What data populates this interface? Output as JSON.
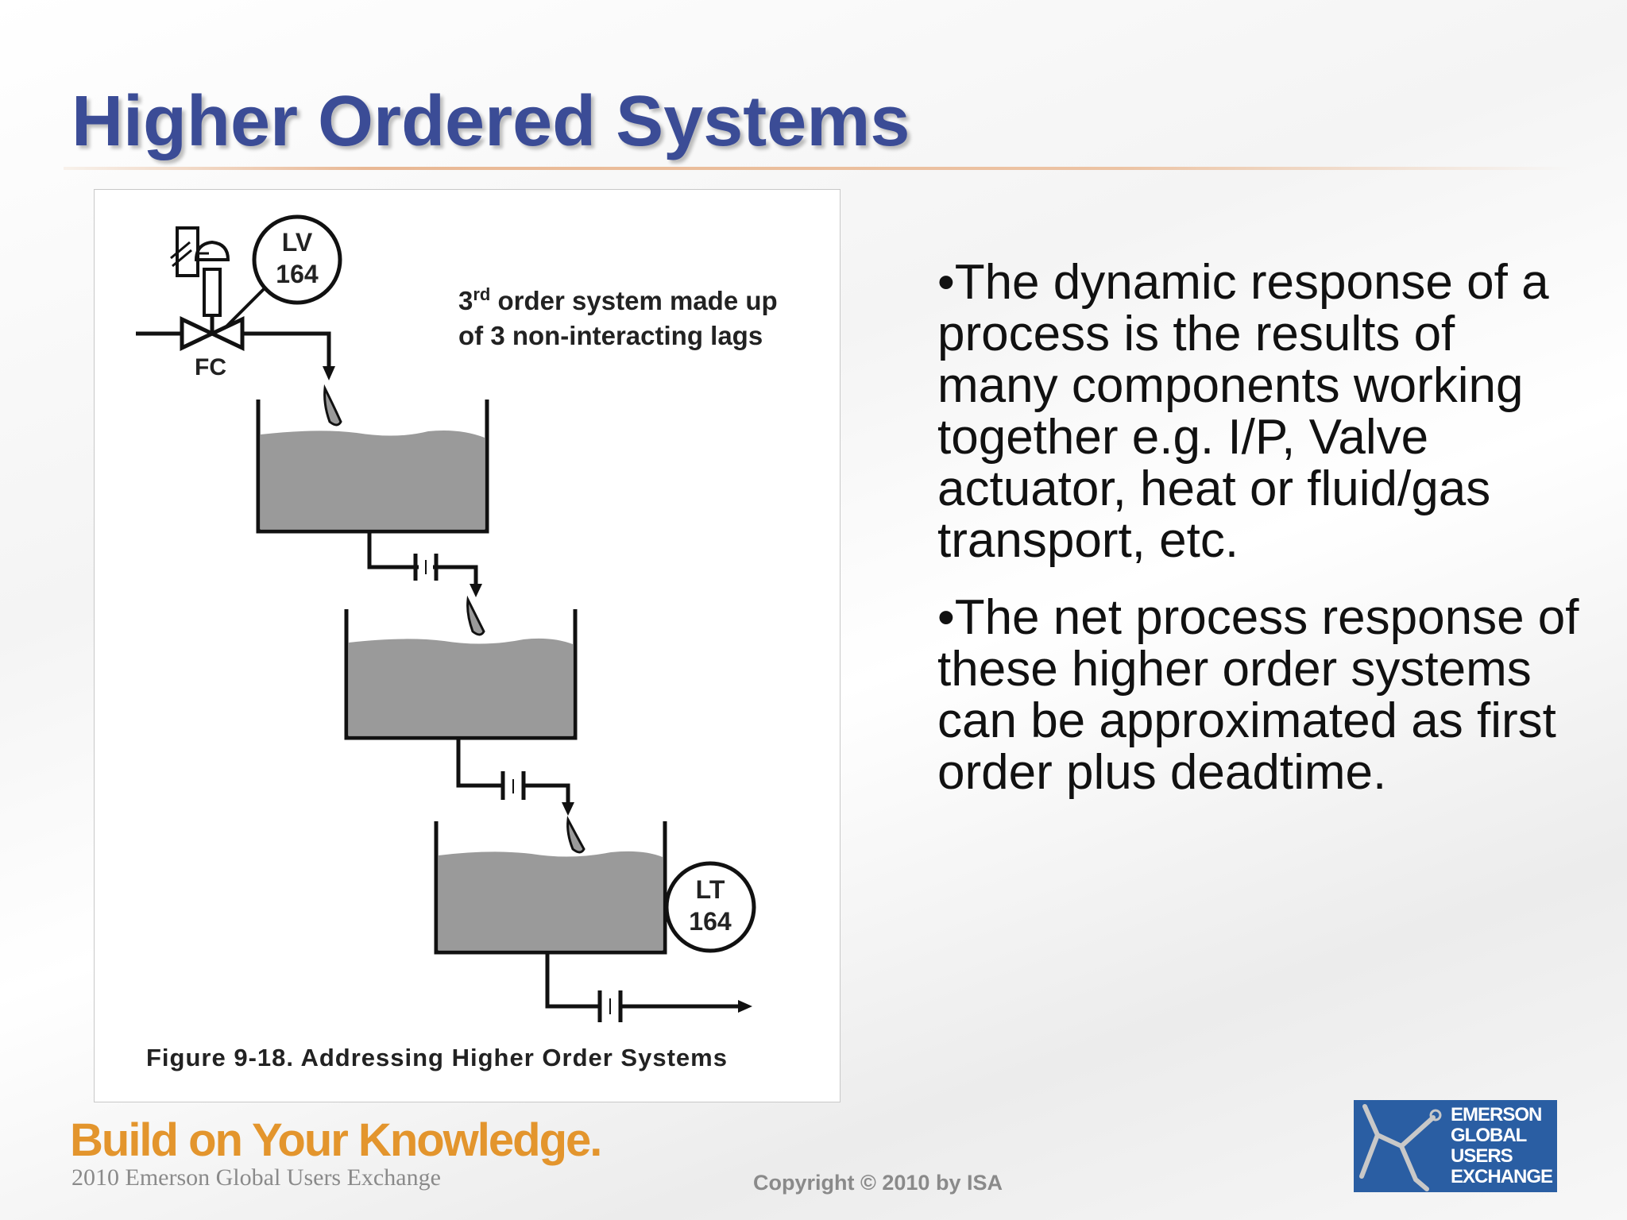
{
  "slide": {
    "title": "Higher Ordered Systems"
  },
  "figure": {
    "note_line1_prefix": "3",
    "note_line1_sup": "rd",
    "note_line1_rest": " order system made up",
    "note_line2": "of 3 non-interacting lags",
    "valve_tag_line1": "LV",
    "valve_tag_line2": "164",
    "fail_label": "FC",
    "transmitter_tag_line1": "LT",
    "transmitter_tag_line2": "164",
    "caption": "Figure 9-18. Addressing Higher Order Systems"
  },
  "bullets": [
    "•The dynamic response of a process is the results of many components working together e.g. I/P, Valve actuator, heat or fluid/gas transport, etc.",
    "•The net process response of these higher order systems can be approximated as first order plus deadtime."
  ],
  "footer": {
    "brand": "Build on Your Knowledge.",
    "subtitle": "2010 Emerson Global Users Exchange",
    "copyright": "Copyright © 2010 by ISA",
    "logo_lines": [
      "EMERSON",
      "GLOBAL",
      "USERS",
      "EXCHANGE"
    ]
  },
  "colors": {
    "title": "#3b4c96",
    "brand": "#e3952d",
    "logo_bg": "#2a5ea3",
    "tank_fill": "#9a9a9a"
  }
}
